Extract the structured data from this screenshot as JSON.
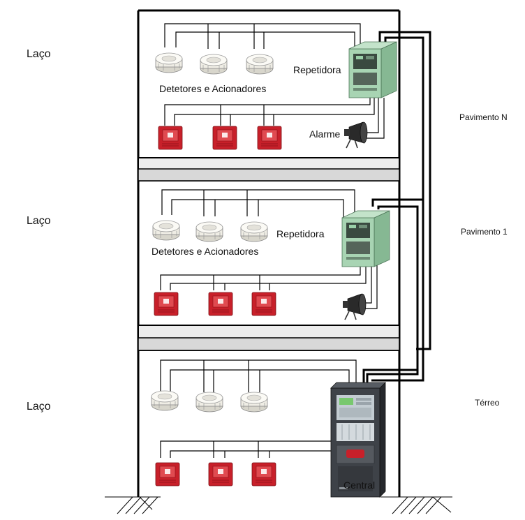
{
  "diagram": {
    "floors": [
      {
        "name": "Pavimento N",
        "loop_label": "Laço",
        "device_label": "Detetores e Acionadores",
        "panel_label": "Repetidora",
        "alarm_label": "Alarme"
      },
      {
        "name": "Pavimento 1",
        "loop_label": "Laço",
        "device_label": "Detetores e Acionadores",
        "panel_label": "Repetidora",
        "alarm_label": ""
      },
      {
        "name": "Térreo",
        "loop_label": "Laço",
        "device_label": "",
        "panel_label": "Central",
        "alarm_label": ""
      }
    ],
    "colors": {
      "wall": "#000000",
      "slab": "#e6e6e6",
      "slab_dark": "#d8d8d8",
      "detector": "#f0efe9",
      "call_point": "#c8202a",
      "repeater": "#9ccba8",
      "central": "#3e4248"
    }
  }
}
